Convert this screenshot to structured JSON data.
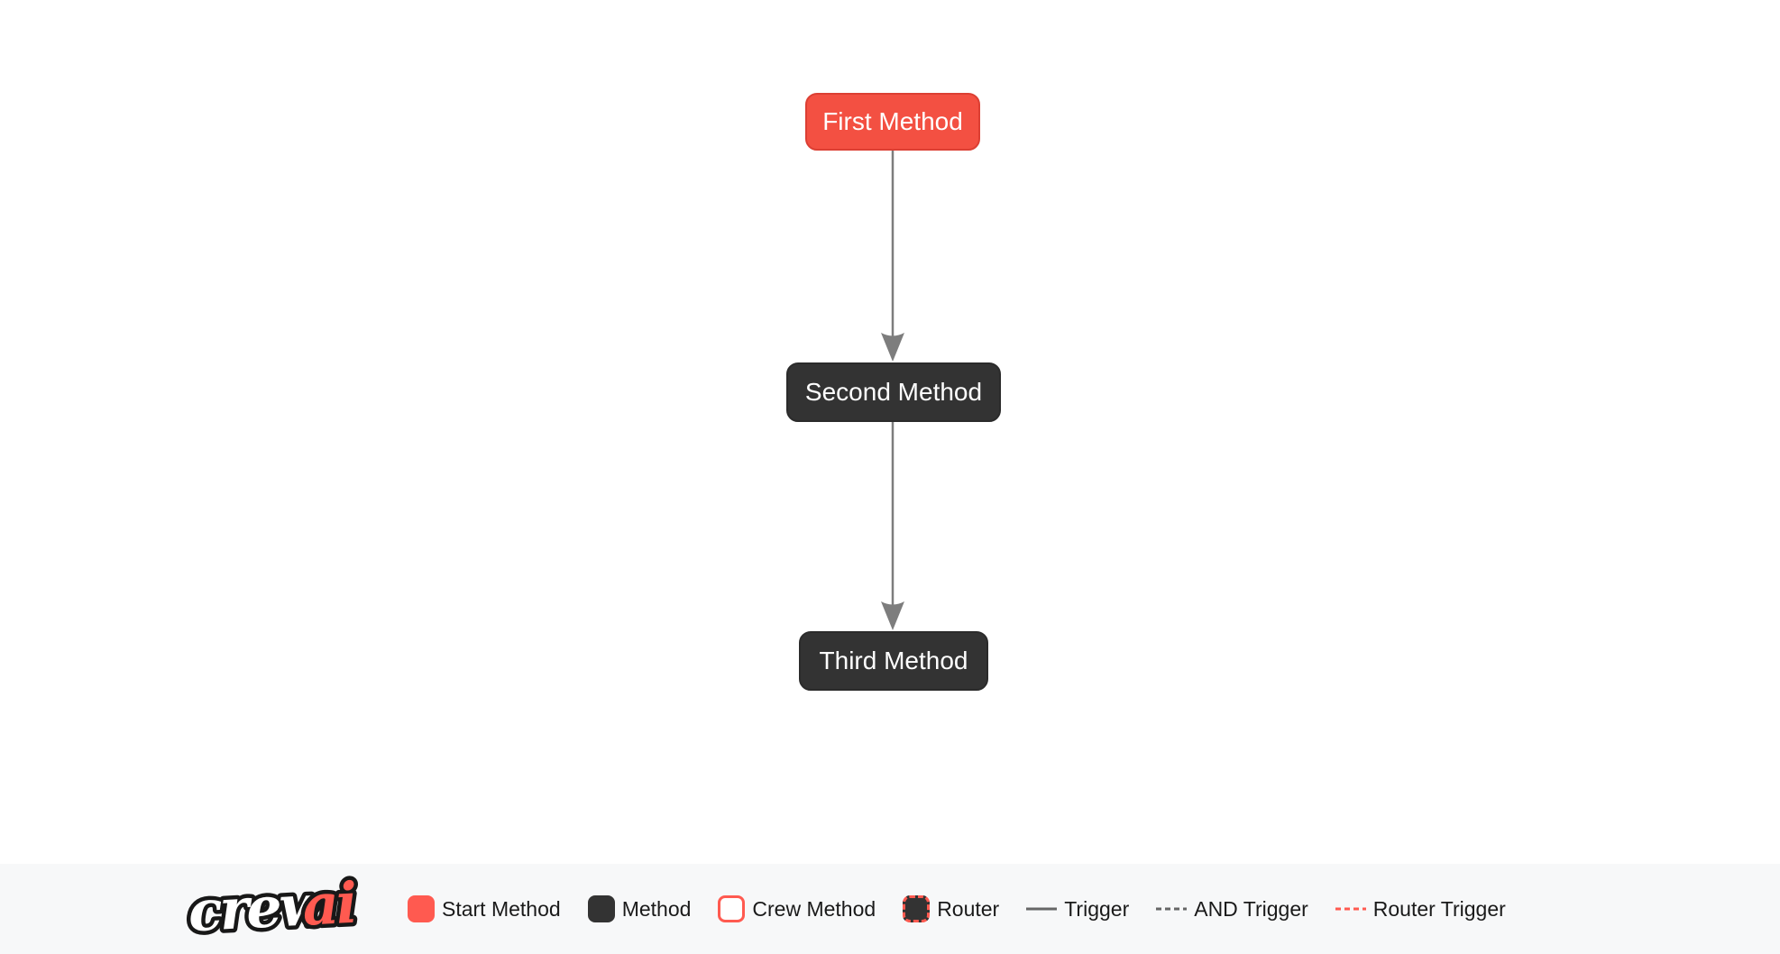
{
  "diagram": {
    "nodes": [
      {
        "label": "First Method",
        "type": "start-method"
      },
      {
        "label": "Second Method",
        "type": "method"
      },
      {
        "label": "Third Method",
        "type": "method"
      }
    ],
    "edges": [
      {
        "from": "First Method",
        "to": "Second Method",
        "type": "trigger"
      },
      {
        "from": "Second Method",
        "to": "Third Method",
        "type": "trigger"
      }
    ]
  },
  "legend": {
    "logo": {
      "crew": "crew",
      "ai": "ai"
    },
    "items": [
      {
        "label": "Start Method",
        "swatch": "start-method-square",
        "color": "#FF5A50"
      },
      {
        "label": "Method",
        "swatch": "method-square",
        "color": "#333333"
      },
      {
        "label": "Crew Method",
        "swatch": "crew-method-square",
        "color": "#FFFFFF",
        "border": "#FF5A50"
      },
      {
        "label": "Router",
        "swatch": "router-square",
        "color": "#333333",
        "border": "#FF5A50"
      },
      {
        "label": "Trigger",
        "swatch": "solid-line",
        "color": "#666666"
      },
      {
        "label": "AND Trigger",
        "swatch": "dashed-line",
        "color": "#666666"
      },
      {
        "label": "Router Trigger",
        "swatch": "red-dashed-line",
        "color": "#FF5A50"
      }
    ]
  },
  "colors": {
    "page_background": "#FFFFFF",
    "start_node_bg": "#F35042",
    "start_node_border": "#DC3F33",
    "method_node_bg": "#333333",
    "method_node_border": "#2B2B2B",
    "node_text": "#FFFFFF",
    "edge": "#7D7D7D",
    "legend_bar_bg": "#F7F8F9",
    "legend_text": "#1A1A1A",
    "brand_red": "#FF5A50"
  }
}
